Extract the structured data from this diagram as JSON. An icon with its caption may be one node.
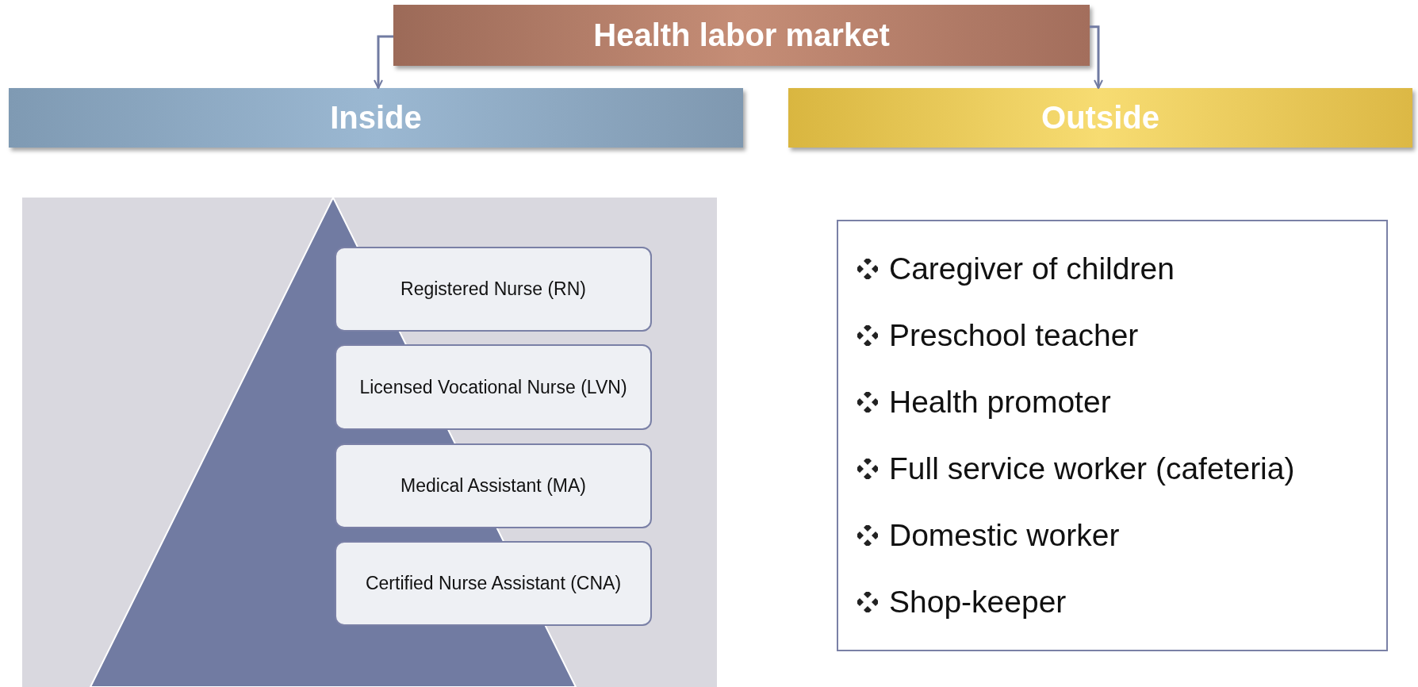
{
  "diagram": {
    "nodes": [
      {
        "text": [
          "Health labor market"
        ]
      },
      {
        "text": [
          "Inside"
        ]
      },
      {
        "text": [
          "Outside"
        ]
      },
      {
        "text": [
          "Registered Nurse (RN)"
        ]
      },
      {
        "text": [
          "Licensed Vocational Nurse (LVN)"
        ]
      },
      {
        "text": [
          "Medical Assistant (MA)"
        ]
      },
      {
        "text": [
          "Certified Nurse Assistant (CNA)"
        ]
      },
      {
        "text": [
          "Caregiver of children",
          "Preschool teacher",
          "Health promoter",
          "Full service worker (cafeteria)",
          "Domestic worker",
          "Shop-keeper"
        ]
      }
    ],
    "edges": [
      {
        "from": 0,
        "to": 1,
        "arrow": "to"
      },
      {
        "from": 0,
        "to": 2,
        "arrow": "to"
      }
    ]
  }
}
